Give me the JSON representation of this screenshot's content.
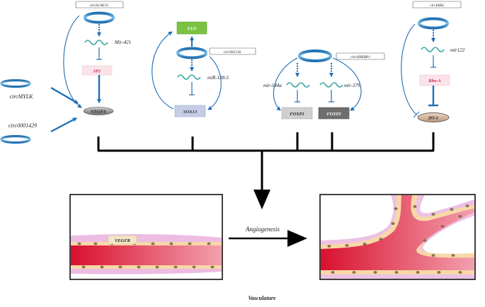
{
  "pathways": {
    "p1": {
      "tag": "circSCAF11",
      "mirna": "Mir-421",
      "gene": "SP1",
      "target": "VEGFA"
    },
    "side": {
      "a": "circMYLK",
      "b": "circ0001429"
    },
    "p2": {
      "top": "FUS",
      "tag": "circ002136",
      "mirna": "miR-138-5",
      "gene": "SOX13"
    },
    "p3": {
      "tag": "circSHKBP1",
      "mirna_left": "mir-544a",
      "mirna_right": "mir-379",
      "gene_left": "FOXP1",
      "gene_right": "FOXP2"
    },
    "p4": {
      "tag": "circIARS",
      "mirna": "mir122",
      "gene": "Rho-A",
      "target": "ZO-1"
    }
  },
  "vessel": {
    "receptor": "VEGFR",
    "process": "Angiogenesis",
    "caption": "Vasculature"
  },
  "colors": {
    "circ_blue": "#2f86c8",
    "mirna_teal": "#3aa6a0",
    "arrow_blue": "#1e6fb5",
    "fus_green": "#7cc242",
    "sp1_pink": "#fbe3ea",
    "sox13_blue": "#c5cde6",
    "foxp1_grey": "#cfcfcf",
    "foxp2_grey": "#6e6e6e",
    "vegfa_grey": "#9a9a9a",
    "zo1_tan": "#d2b49a",
    "vessel_red": "#d9213a",
    "vessel_pink": "#f2a7b8",
    "endothelium_tan": "#f7d8a6"
  }
}
